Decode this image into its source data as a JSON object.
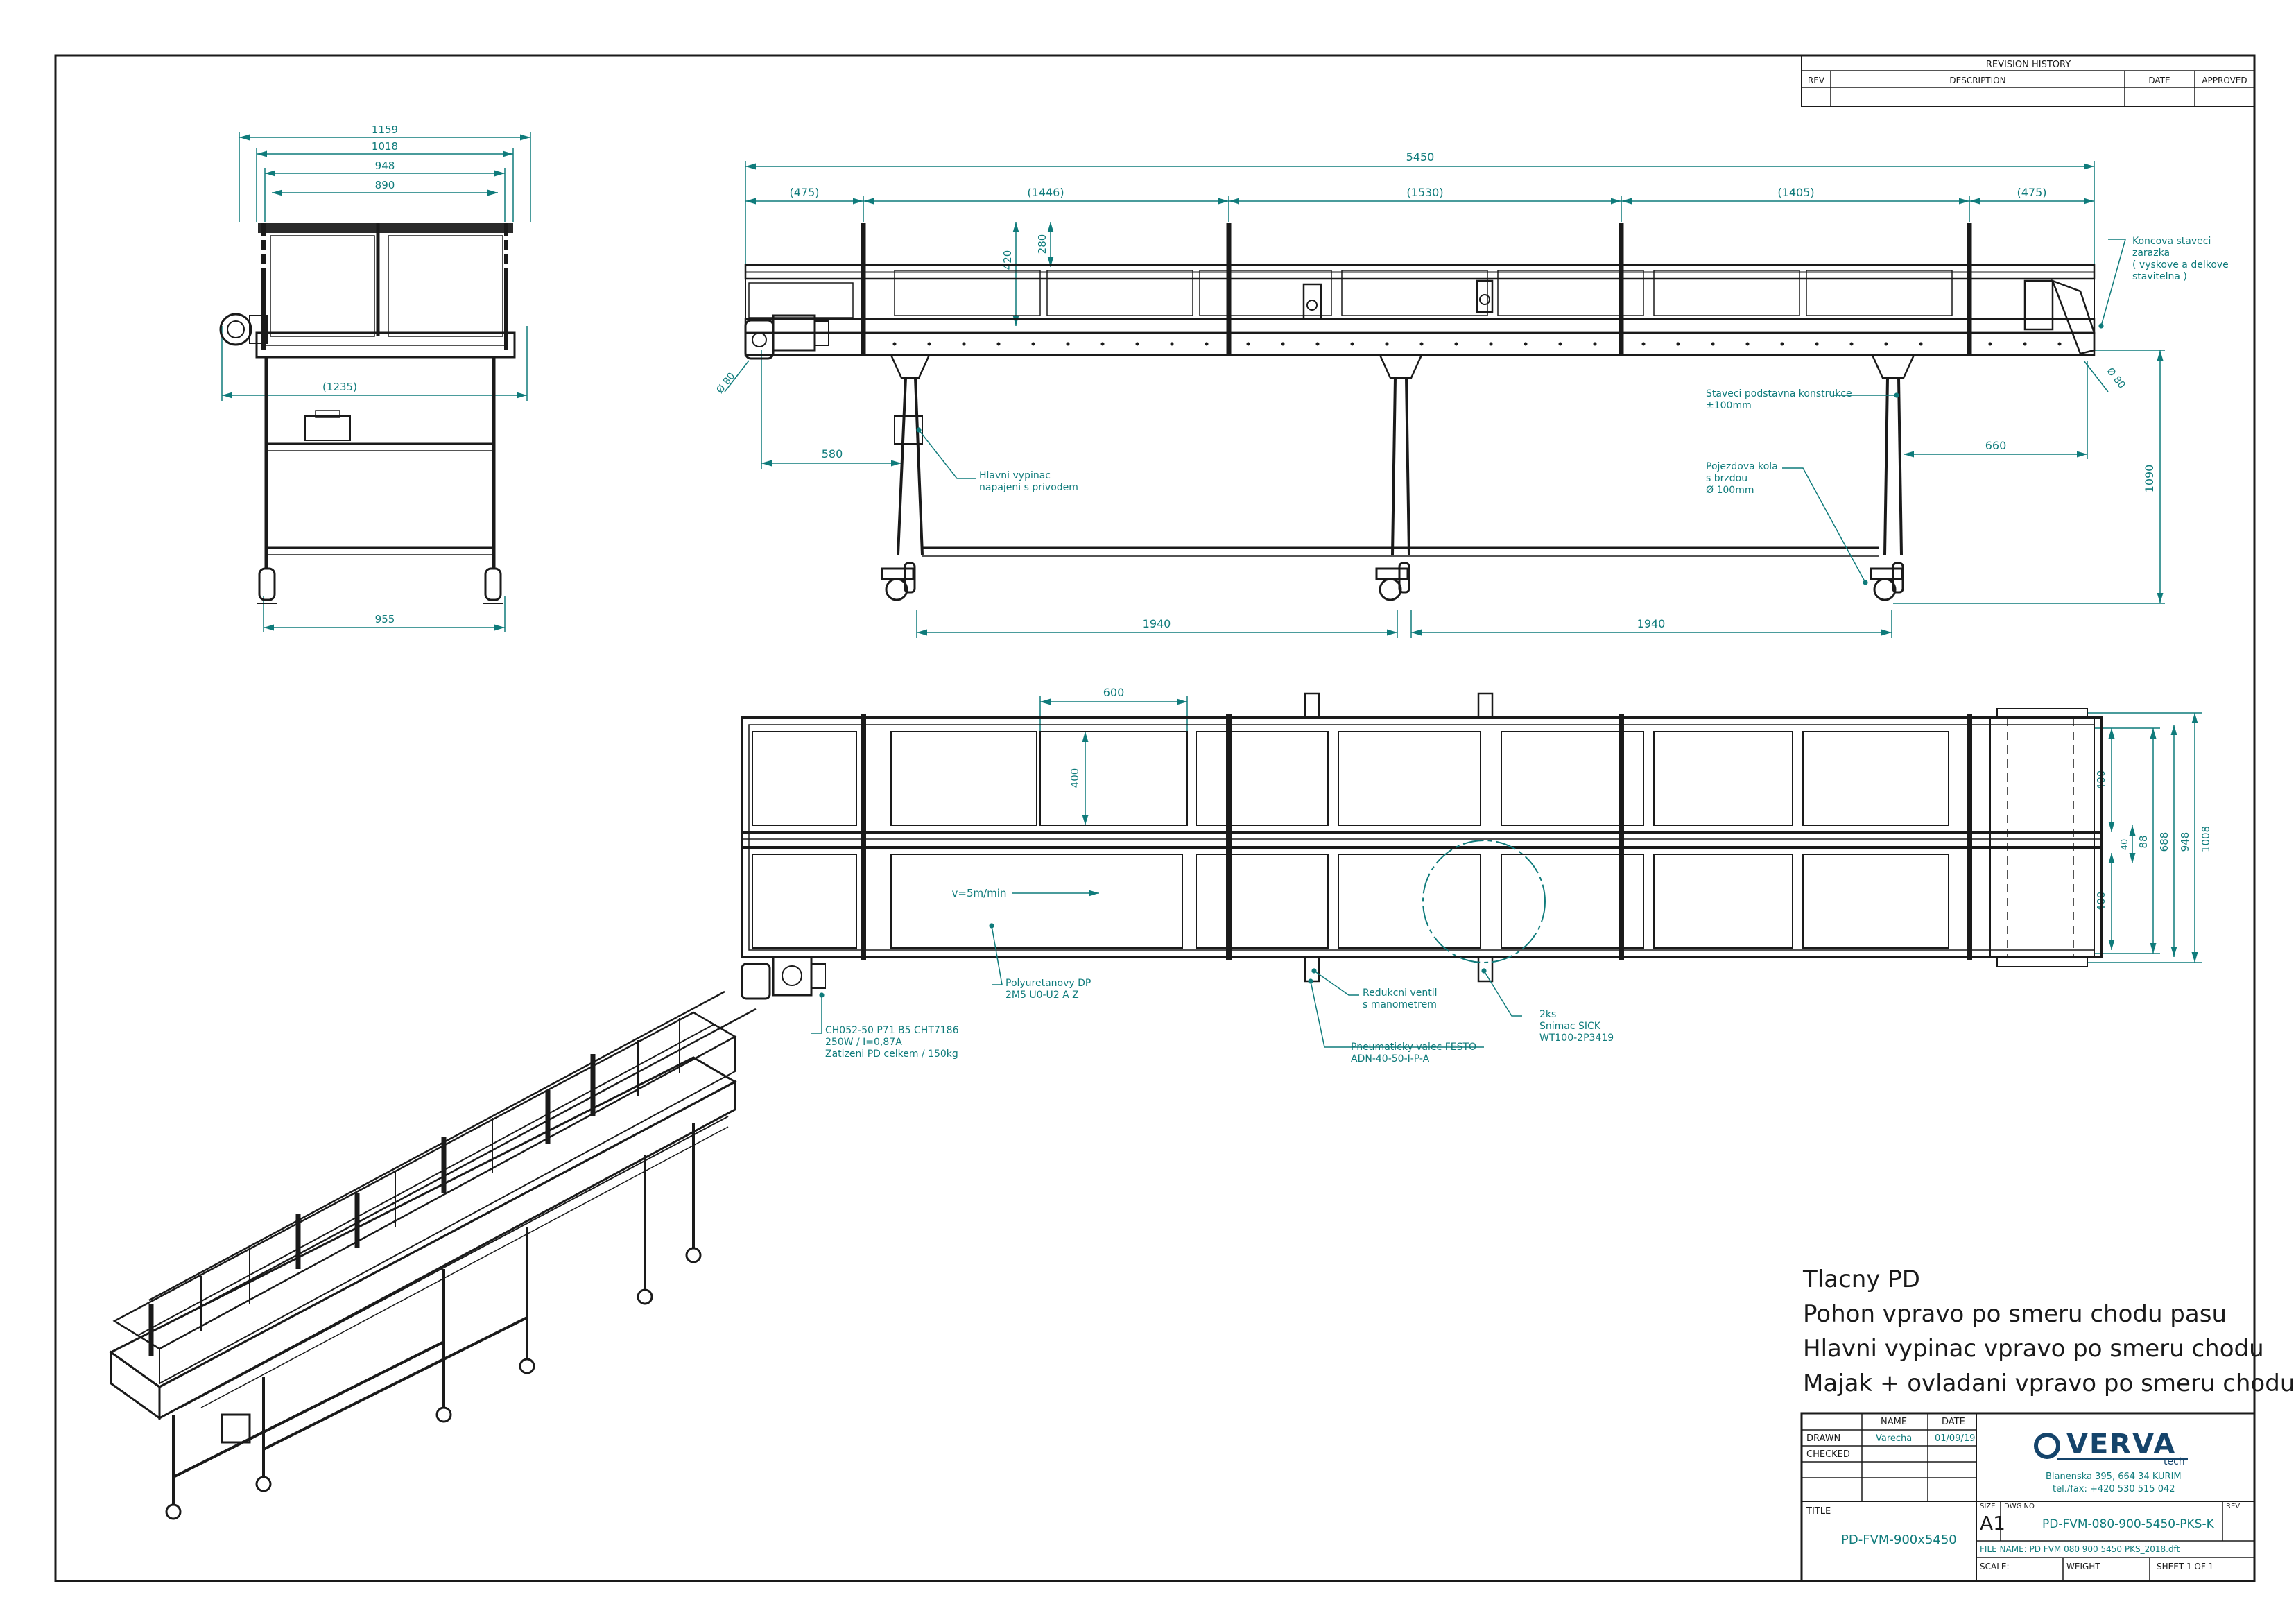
{
  "revision": {
    "title": "REVISION HISTORY",
    "rev": "REV",
    "description": "DESCRIPTION",
    "date": "DATE",
    "approved": "APPROVED"
  },
  "side_view": {
    "d1159": "1159",
    "d1018": "1018",
    "d948": "948",
    "d890": "890",
    "d1235": "(1235)",
    "d955": "955"
  },
  "main_view": {
    "d5450": "5450",
    "d475a": "(475)",
    "d1446": "(1446)",
    "d1530": "(1530)",
    "d1405": "(1405)",
    "d475b": "(475)",
    "d420": "420",
    "d280": "280",
    "d580": "580",
    "d660": "660",
    "d1090": "1090",
    "d1940a": "1940",
    "d1940b": "1940",
    "phi80a": "Ø 80",
    "phi80b": "Ø 80",
    "note_stop": [
      "Koncova staveci",
      "zarazka",
      "( vyskove a delkove",
      "stavitelna )"
    ],
    "note_frame": [
      "Staveci podstavna konstrukce",
      "±100mm"
    ],
    "note_wheel": [
      "Pojezdova kola",
      "s brzdou",
      "Ø 100mm"
    ],
    "note_switch": [
      "Hlavni vypinac",
      "napajeni s privodem"
    ]
  },
  "top_view": {
    "d600": "600",
    "d400a": "400",
    "d400b": "400",
    "d400c": "400",
    "d88": "88",
    "d688": "688",
    "d948": "948",
    "d1008": "1008",
    "d40": "40",
    "speed": "v=5m/min",
    "note_belt": [
      "Polyuretanovy DP",
      "2M5 U0-U2 A Z"
    ],
    "note_motor": [
      "CH052-50 P71 B5 CHT7186",
      "250W / I=0,87A",
      "Zatizeni PD celkem / 150kg"
    ],
    "note_valve": [
      "Redukcni ventil",
      "s manometrem"
    ],
    "note_sensor": [
      "2ks",
      "Snimac SICK",
      "WT100-2P3419"
    ],
    "note_cyl": [
      "Pneumaticky valec FESTO",
      "ADN-40-50-I-P-A"
    ]
  },
  "spec_lines": [
    "Tlacny PD",
    "Pohon vpravo po smeru chodu pasu",
    "Hlavni vypinac vpravo po smeru chodu",
    "Majak + ovladani vpravo po smeru chodu"
  ],
  "title_block": {
    "name_hdr": "NAME",
    "date_hdr": "DATE",
    "drawn": "DRAWN",
    "checked": "CHECKED",
    "drawn_name": "Varecha",
    "drawn_date": "01/09/19",
    "logo": "VERVA",
    "logo_sub": "tech",
    "address": "Blanenska 395, 664 34 KURIM",
    "phone": "tel./fax: +420 530 515 042",
    "title_lbl": "TITLE",
    "title_val": "PD-FVM-900x5450",
    "size_lbl": "SIZE",
    "size_val": "A1",
    "dwg_lbl": "DWG NO",
    "dwg_val": "PD-FVM-080-900-5450-PKS-K",
    "rev_lbl": "REV",
    "file_name": "FILE NAME: PD FVM 080 900 5450 PKS_2018.dft",
    "scale": "SCALE:",
    "weight": "WEIGHT",
    "sheet": "SHEET 1 OF 1"
  }
}
